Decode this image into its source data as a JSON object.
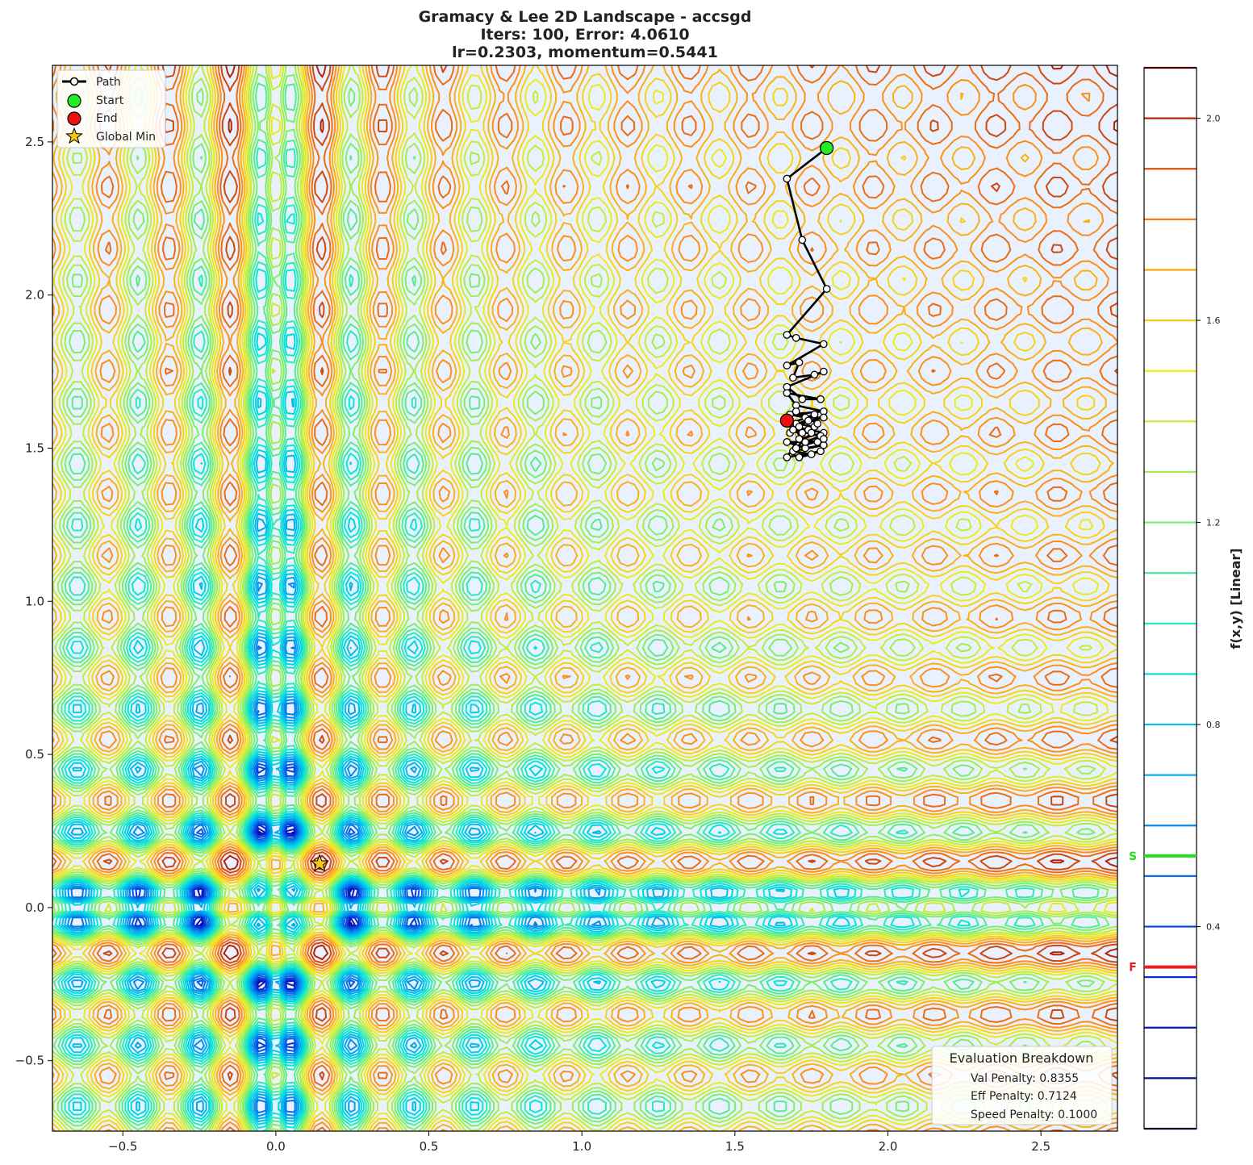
{
  "title": {
    "line1": "Gramacy & Lee 2D Landscape - accsgd",
    "line2": "Iters: 100, Error: 4.0610",
    "line3": "lr=0.2303, momentum=0.5441"
  },
  "chart_data": {
    "type": "contour",
    "function": "Gramacy & Lee 2D",
    "xlim": [
      -0.73,
      2.75
    ],
    "ylim": [
      -0.73,
      2.75
    ],
    "x_ticks": [
      -0.5,
      0.0,
      0.5,
      1.0,
      1.5,
      2.0,
      2.5
    ],
    "x_tick_labels": [
      "−0.5",
      "0.0",
      "0.5",
      "1.0",
      "1.5",
      "2.0",
      "2.5"
    ],
    "y_ticks": [
      -0.5,
      0.0,
      0.5,
      1.0,
      1.5,
      2.0,
      2.5
    ],
    "y_tick_labels": [
      "−0.5",
      "0.0",
      "0.5",
      "1.0",
      "1.5",
      "2.0",
      "2.5"
    ],
    "colorbar": {
      "label": "f(x,y) [Linear]",
      "range": [
        0.0,
        2.1
      ],
      "ticks": [
        0.4,
        0.8,
        1.2,
        1.6,
        2.0
      ],
      "tick_labels": [
        "0.4",
        "0.8",
        "1.2",
        "1.6",
        "2.0"
      ],
      "markers": [
        {
          "label": "S",
          "value": 0.54,
          "color": "#22dd22"
        },
        {
          "label": "F",
          "value": 0.32,
          "color": "#e82020"
        }
      ]
    },
    "legend": {
      "placement": "upper-left",
      "entries": [
        {
          "label": "Path"
        },
        {
          "label": "Start",
          "color": "#22ee22"
        },
        {
          "label": "End",
          "color": "#ee1111"
        },
        {
          "label": "Global Min",
          "color": "#f5c518"
        }
      ]
    },
    "start": [
      1.8,
      2.48
    ],
    "end": [
      1.67,
      1.59
    ],
    "global_min": [
      0.143,
      0.143
    ],
    "path": [
      [
        1.8,
        2.48
      ],
      [
        1.67,
        2.38
      ],
      [
        1.72,
        2.18
      ],
      [
        1.8,
        2.02
      ],
      [
        1.67,
        1.87
      ],
      [
        1.7,
        1.86
      ],
      [
        1.79,
        1.84
      ],
      [
        1.67,
        1.77
      ],
      [
        1.71,
        1.78
      ],
      [
        1.69,
        1.73
      ],
      [
        1.76,
        1.74
      ],
      [
        1.79,
        1.75
      ],
      [
        1.67,
        1.7
      ],
      [
        1.72,
        1.66
      ],
      [
        1.78,
        1.66
      ],
      [
        1.67,
        1.68
      ],
      [
        1.7,
        1.64
      ],
      [
        1.79,
        1.62
      ],
      [
        1.68,
        1.61
      ],
      [
        1.73,
        1.6
      ],
      [
        1.79,
        1.6
      ],
      [
        1.7,
        1.58
      ],
      [
        1.76,
        1.57
      ],
      [
        1.68,
        1.55
      ],
      [
        1.74,
        1.56
      ],
      [
        1.79,
        1.55
      ],
      [
        1.71,
        1.53
      ],
      [
        1.77,
        1.52
      ],
      [
        1.67,
        1.52
      ],
      [
        1.73,
        1.5
      ],
      [
        1.79,
        1.51
      ],
      [
        1.69,
        1.49
      ],
      [
        1.75,
        1.48
      ],
      [
        1.71,
        1.47
      ],
      [
        1.78,
        1.49
      ],
      [
        1.67,
        1.47
      ],
      [
        1.72,
        1.55
      ],
      [
        1.77,
        1.58
      ],
      [
        1.7,
        1.62
      ],
      [
        1.74,
        1.59
      ],
      [
        1.69,
        1.56
      ],
      [
        1.78,
        1.54
      ],
      [
        1.73,
        1.52
      ],
      [
        1.68,
        1.58
      ],
      [
        1.76,
        1.61
      ],
      [
        1.71,
        1.57
      ],
      [
        1.79,
        1.53
      ],
      [
        1.7,
        1.5
      ],
      [
        1.75,
        1.55
      ],
      [
        1.67,
        1.59
      ]
    ],
    "evaluation": {
      "title": "Evaluation Breakdown",
      "lines": [
        "Val Penalty: 0.8355",
        "Eff Penalty: 0.7124",
        "Speed Penalty: 0.1000"
      ]
    }
  }
}
